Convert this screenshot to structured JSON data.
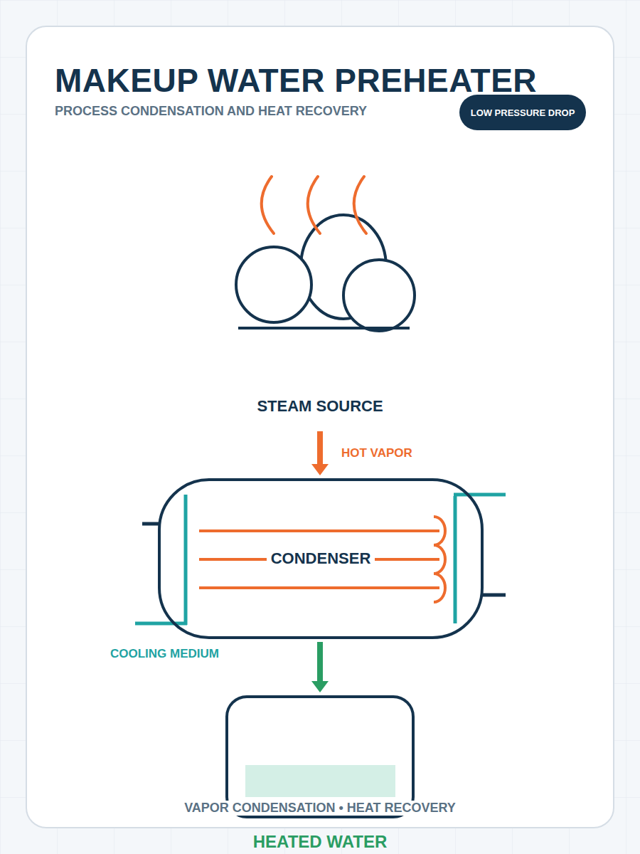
{
  "diagram": {
    "title": "MAKEUP WATER PREHEATER",
    "caption": "VAPOR CONDENSATION • HEAT RECOVERY",
    "nodes": [
      {
        "text": [
          "LOW PRESSURE DROP"
        ]
      },
      {
        "text": [
          "STEAM SOURCE"
        ]
      },
      {
        "text": [
          "CONDENSER"
        ]
      },
      {
        "text": [
          "HEATED WATER"
        ]
      }
    ],
    "edges": [
      {
        "from": 1,
        "to": 2,
        "arrow": "to",
        "label": "HOT VAPOR"
      },
      {
        "from": 2,
        "to": 3,
        "arrow": "to"
      }
    ],
    "labels": [
      "PROCESS CONDENSATION AND HEAT RECOVERY",
      "COOLING MEDIUM"
    ]
  }
}
